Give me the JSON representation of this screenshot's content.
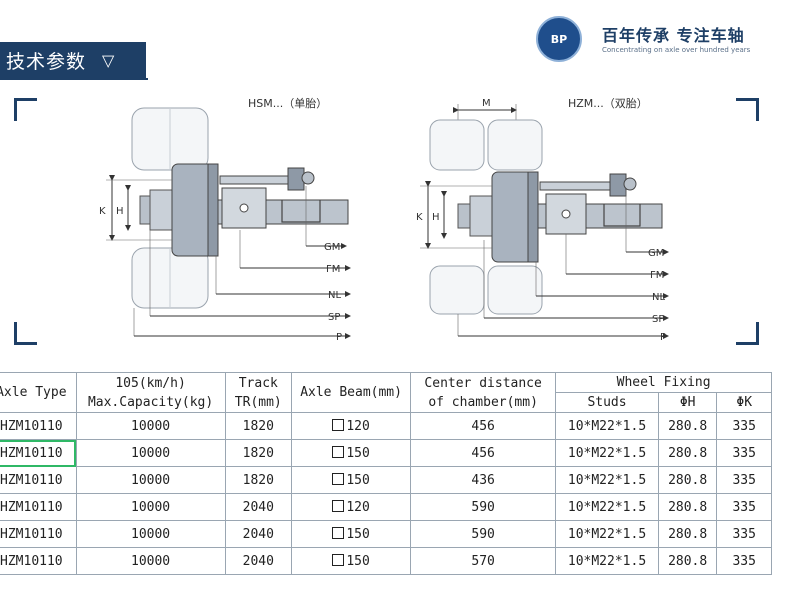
{
  "section": {
    "title": "技术参数",
    "caret": "▽"
  },
  "brand": {
    "logo_text": "BP",
    "slogan": "百年传承  专注车轴",
    "sub": "Concentrating on axle over hundred years"
  },
  "diagram": {
    "left_title": "HSM...（单胎）",
    "right_title": "HZM...（双胎）",
    "dims": {
      "K": "K",
      "H": "H",
      "M": "M",
      "GM": "GM",
      "FM": "FM",
      "NL": "NL",
      "SP": "SP",
      "P": "P"
    }
  },
  "table": {
    "headers": {
      "axle_type": "Axle Type",
      "capacity_line1": "105(km/h)",
      "capacity_line2": "Max.Capacity(kg)",
      "track_line1": "Track",
      "track_line2": "TR(mm)",
      "beam": "Axle Beam(mm)",
      "center_line1": "Center distance",
      "center_line2": "of chamber(mm)",
      "wheel_fixing": "Wheel Fixing",
      "studs": "Studs",
      "phi_h": "ΦH",
      "phi_k": "ΦK"
    },
    "rows": [
      {
        "type": "HZM10110",
        "capacity": "10000",
        "track": "1820",
        "beam": "120",
        "center": "456",
        "studs": "10*M22*1.5",
        "phi_h": "280.8",
        "phi_k": "335"
      },
      {
        "type": "HZM10110",
        "capacity": "10000",
        "track": "1820",
        "beam": "150",
        "center": "456",
        "studs": "10*M22*1.5",
        "phi_h": "280.8",
        "phi_k": "335"
      },
      {
        "type": "HZM10110",
        "capacity": "10000",
        "track": "1820",
        "beam": "150",
        "center": "436",
        "studs": "10*M22*1.5",
        "phi_h": "280.8",
        "phi_k": "335"
      },
      {
        "type": "HZM10110",
        "capacity": "10000",
        "track": "2040",
        "beam": "120",
        "center": "590",
        "studs": "10*M22*1.5",
        "phi_h": "280.8",
        "phi_k": "335"
      },
      {
        "type": "HZM10110",
        "capacity": "10000",
        "track": "2040",
        "beam": "150",
        "center": "590",
        "studs": "10*M22*1.5",
        "phi_h": "280.8",
        "phi_k": "335"
      },
      {
        "type": "HZM10110",
        "capacity": "10000",
        "track": "2040",
        "beam": "150",
        "center": "570",
        "studs": "10*M22*1.5",
        "phi_h": "280.8",
        "phi_k": "335"
      }
    ]
  }
}
